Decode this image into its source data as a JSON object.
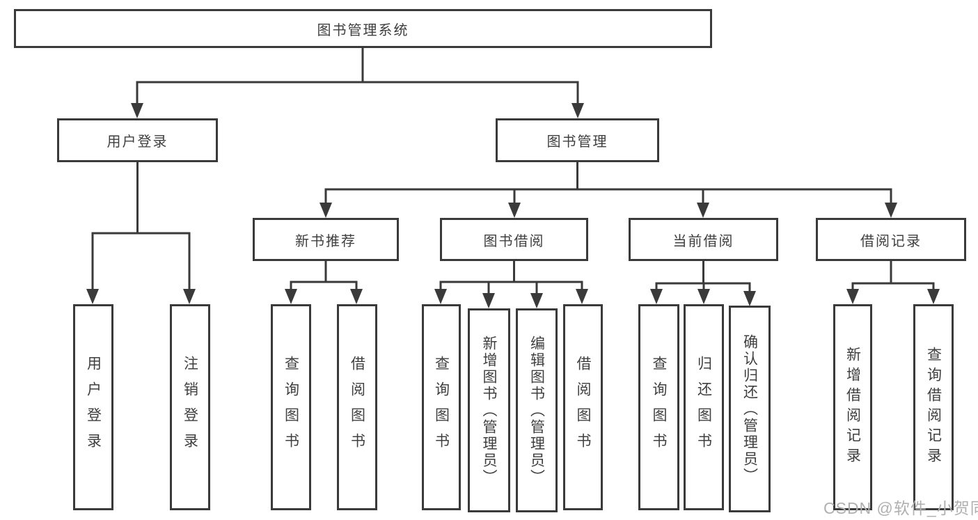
{
  "diagram": {
    "root": "图书管理系统",
    "level2": [
      "用户登录",
      "图书管理"
    ],
    "level3": [
      "新书推荐",
      "图书借阅",
      "当前借阅",
      "借阅记录"
    ],
    "leaves": {
      "user_login": [
        "用户登录",
        "注销登录"
      ],
      "new_book": [
        "查询图书",
        "借阅图书"
      ],
      "book_borrow": [
        "查询图书",
        "新增图书（管理员）",
        "编辑图书（管理员）",
        "借阅图书"
      ],
      "current_borrow": [
        "查询图书",
        "归还图书",
        "确认归还（管理员）"
      ],
      "borrow_record": [
        "新增借阅记录",
        "查询借阅记录"
      ]
    },
    "watermark": "CSDN @软件_小贺同学",
    "colors": {
      "line": "#3a3a3a",
      "text": "#3f3f3f",
      "watermark": "#b0b0b0",
      "background": "#ffffff"
    }
  }
}
